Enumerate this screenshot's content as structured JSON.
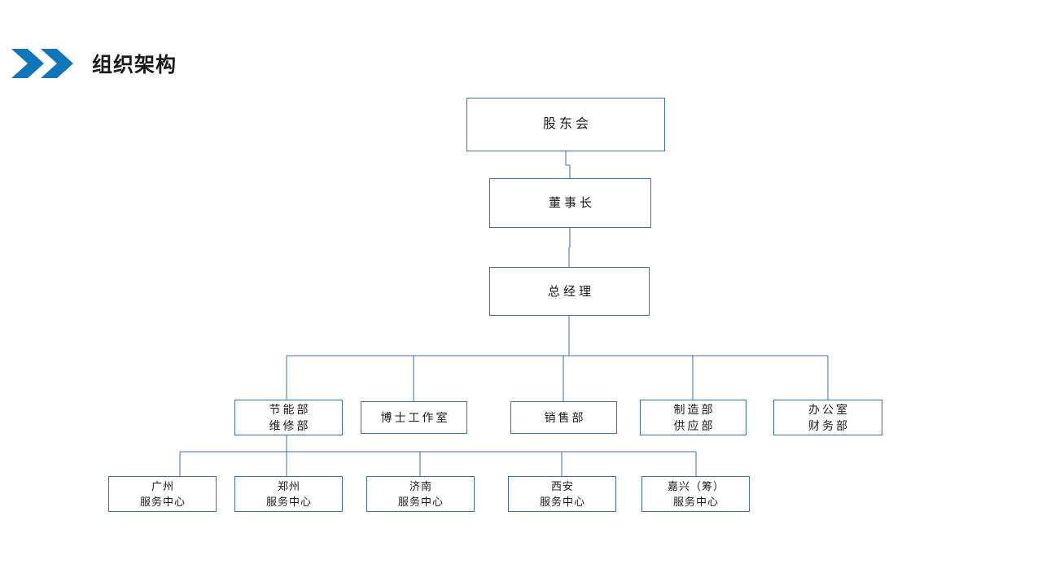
{
  "header": {
    "title": "组织架构",
    "chevron_icon": "double-chevron-right-icon",
    "accent_color": "#0F76BC",
    "title_color": "#1a1a1a"
  },
  "chart": {
    "line_color": "#3c6ea5",
    "box_border_color": "#3c6ea5",
    "box_fill": "#ffffff",
    "levels": [
      {
        "level": 1,
        "nodes": [
          {
            "id": "shareholders",
            "lines": [
              "股东会"
            ]
          }
        ]
      },
      {
        "level": 2,
        "nodes": [
          {
            "id": "chairman",
            "lines": [
              "董事长"
            ]
          }
        ]
      },
      {
        "level": 3,
        "nodes": [
          {
            "id": "general-manager",
            "lines": [
              "总经理"
            ]
          }
        ]
      },
      {
        "level": 4,
        "nodes": [
          {
            "id": "dept-energy-maintenance",
            "lines": [
              "节能部",
              "维修部"
            ]
          },
          {
            "id": "dept-doctor-studio",
            "lines": [
              "博士工作室"
            ]
          },
          {
            "id": "dept-sales",
            "lines": [
              "销售部"
            ]
          },
          {
            "id": "dept-manufacturing-supply",
            "lines": [
              "制造部",
              "供应部"
            ]
          },
          {
            "id": "dept-office-finance",
            "lines": [
              "办公室",
              "财务部"
            ]
          }
        ]
      },
      {
        "level": 5,
        "nodes": [
          {
            "id": "center-guangzhou",
            "lines": [
              "广州",
              "服务中心"
            ]
          },
          {
            "id": "center-zhengzhou",
            "lines": [
              "郑州",
              "服务中心"
            ]
          },
          {
            "id": "center-jinan",
            "lines": [
              "济南",
              "服务中心"
            ]
          },
          {
            "id": "center-xian",
            "lines": [
              "西安",
              "服务中心"
            ]
          },
          {
            "id": "center-jiaxing",
            "lines": [
              "嘉兴（筹）",
              "服务中心"
            ]
          }
        ]
      }
    ]
  }
}
